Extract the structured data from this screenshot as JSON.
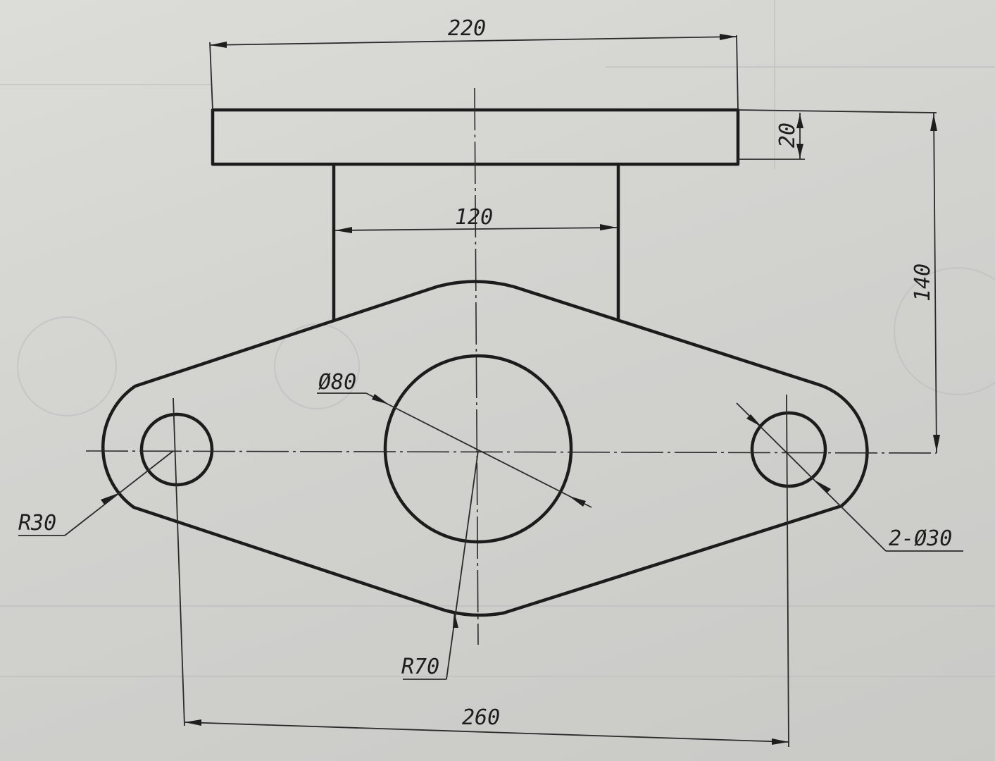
{
  "drawing": {
    "type": "engineering-drawing",
    "views": [
      "top-view",
      "front-view"
    ],
    "dimensions": {
      "top_width": "220",
      "plate_thickness": "20",
      "stem_width": "120",
      "overall_height": "140",
      "center_hole": "Ø80",
      "side_holes": "2-Ø30",
      "end_radius": "R30",
      "arc_radius": "R70",
      "hole_spacing": "260"
    },
    "colors": {
      "paper": "#d4d4d0",
      "ink": "#1c1c1c"
    }
  }
}
